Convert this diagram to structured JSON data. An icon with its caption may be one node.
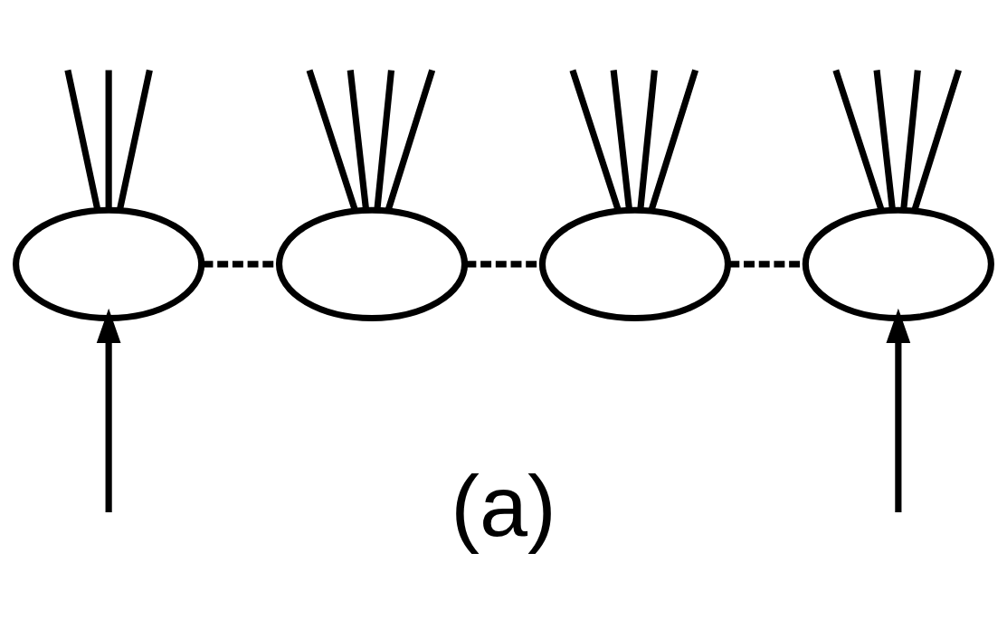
{
  "diagram": {
    "nodes": [
      {
        "text": [],
        "shape": "ellipse"
      },
      {
        "text": [],
        "shape": "ellipse"
      },
      {
        "text": [],
        "shape": "ellipse"
      },
      {
        "text": [],
        "shape": "ellipse"
      }
    ],
    "edges": [
      {
        "from": null,
        "to": 0,
        "arrow": "to"
      },
      {
        "from": 0,
        "to": null,
        "arrow": "none"
      },
      {
        "from": 0,
        "to": null,
        "arrow": "none"
      },
      {
        "from": 0,
        "to": null,
        "arrow": "none"
      },
      {
        "from": 1,
        "to": null,
        "arrow": "none"
      },
      {
        "from": 1,
        "to": null,
        "arrow": "none"
      },
      {
        "from": 1,
        "to": null,
        "arrow": "none"
      },
      {
        "from": 1,
        "to": null,
        "arrow": "none"
      },
      {
        "from": 2,
        "to": null,
        "arrow": "none"
      },
      {
        "from": 2,
        "to": null,
        "arrow": "none"
      },
      {
        "from": 2,
        "to": null,
        "arrow": "none"
      },
      {
        "from": 2,
        "to": null,
        "arrow": "none"
      },
      {
        "from": null,
        "to": 3,
        "arrow": "to"
      },
      {
        "from": 3,
        "to": null,
        "arrow": "none"
      },
      {
        "from": 3,
        "to": null,
        "arrow": "none"
      },
      {
        "from": 3,
        "to": null,
        "arrow": "none"
      },
      {
        "from": 3,
        "to": null,
        "arrow": "none"
      },
      {
        "from": 0,
        "to": 1,
        "arrow": "none",
        "style": "dashed"
      },
      {
        "from": 1,
        "to": 2,
        "arrow": "none",
        "style": "dashed"
      },
      {
        "from": 2,
        "to": 3,
        "arrow": "none",
        "style": "dashed"
      }
    ],
    "labels": [
      "(a)"
    ]
  }
}
